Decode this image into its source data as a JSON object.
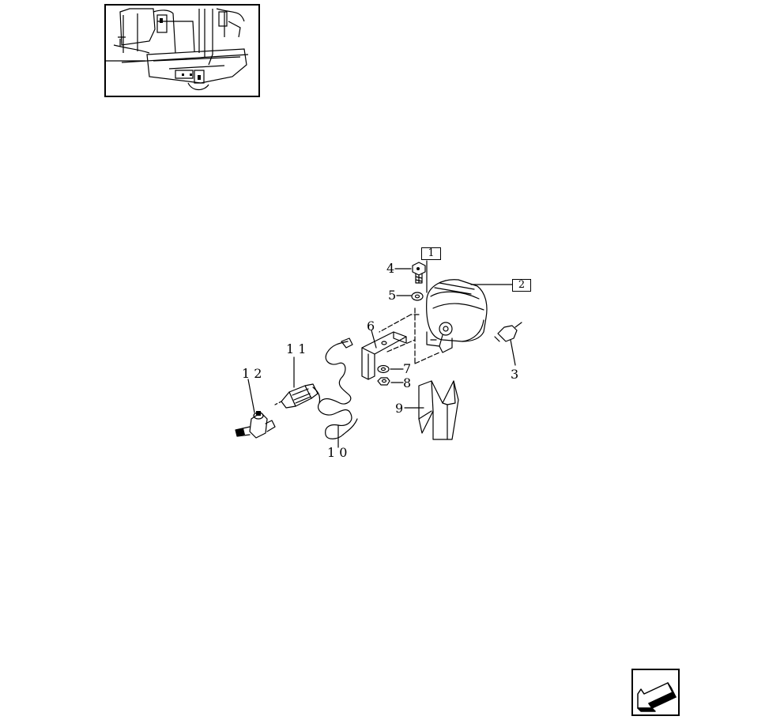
{
  "thumbnail": {
    "icon": "vehicle-location-thumbnail"
  },
  "callouts": {
    "c1": "1",
    "c2": "2",
    "c3": "3",
    "c4": "4",
    "c5": "5",
    "c6": "6",
    "c7": "7",
    "c8": "8",
    "c9": "9",
    "c10": "1 0",
    "c11": "1 1",
    "c12": "1 2"
  },
  "navigation": {
    "next_icon": "next-page-arrow-icon"
  }
}
